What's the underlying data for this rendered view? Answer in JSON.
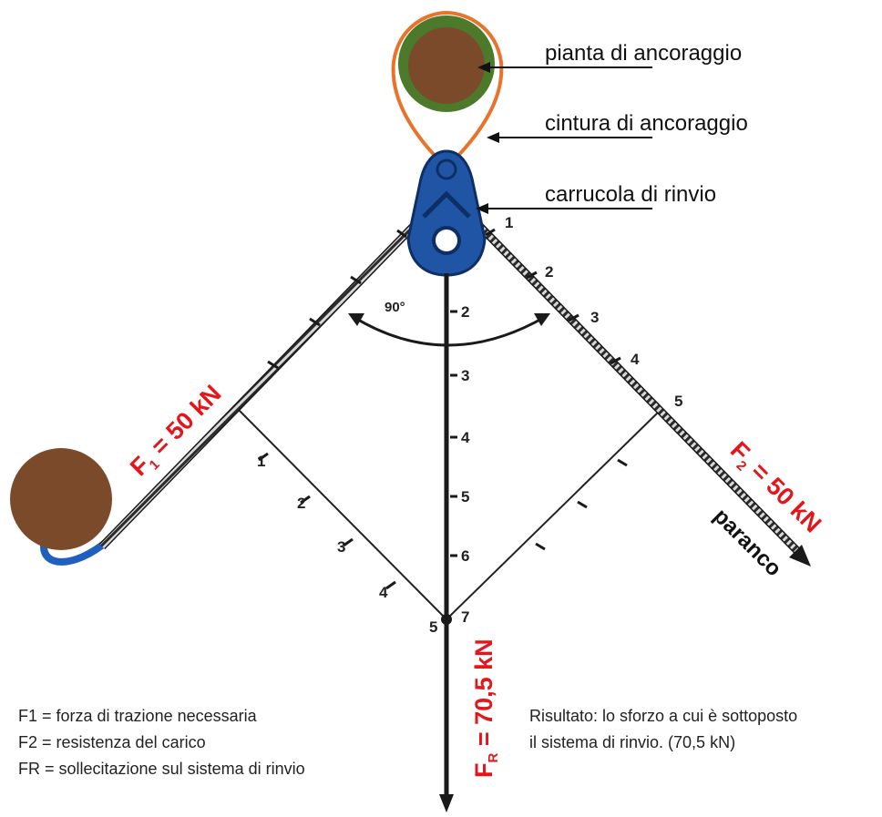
{
  "callouts": {
    "tree": "pianta di ancoraggio",
    "belt": "cintura di ancoraggio",
    "pulley": "carrucola di rinvio"
  },
  "forces": {
    "f1_letter": "F",
    "f1_sub": "1",
    "f1_value": " = 50 kN",
    "f2_letter": "F",
    "f2_sub": "2",
    "f2_value": " = 50 kN",
    "fr_letter": "F",
    "fr_sub": "R",
    "fr_value": " = 70,5 kN"
  },
  "angle": "90°",
  "paranco": "paranco",
  "scale_left": [
    "1",
    "2",
    "3",
    "4",
    "5"
  ],
  "scale_right": [
    "1",
    "2",
    "3",
    "4",
    "5"
  ],
  "scale_center": [
    "2",
    "3",
    "4",
    "5",
    "6",
    "7"
  ],
  "legend": [
    "F1 = forza di trazione necessaria",
    "F2 = resistenza del carico",
    "FR = sollecitazione sul sistema di rinvio"
  ],
  "result": [
    "Risultato: lo sforzo a cui è sottoposto",
    "il sistema di rinvio. (70,5 kN)"
  ],
  "colors": {
    "force_text": "#e3161c",
    "tree_trunk": "#7a4a2a",
    "foliage": "#4c7a2a",
    "belt": "#e8742c",
    "pulley": "#1f55a4",
    "anchor_sling": "#1f5fbf"
  }
}
